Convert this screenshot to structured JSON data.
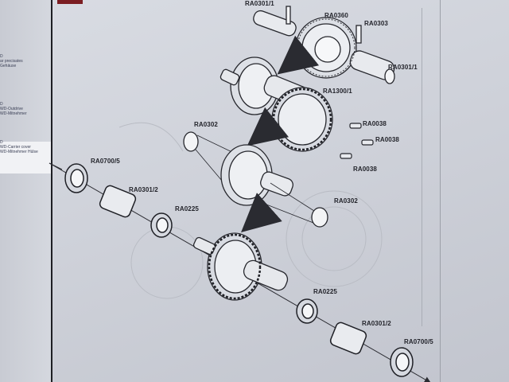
{
  "left_margin_notes": [
    "D",
    "ar precisates",
    "Gehäuse",
    "D",
    "WD-Outdrive",
    "WD-Mitnehmer",
    "D",
    "WD-Carrier cover",
    "WD-Mitnehmer Hülse"
  ],
  "part_labels": {
    "ra0301_1_top": "RA0301/1",
    "ra0360": "RA0360",
    "ra0303": "RA0303",
    "ra0301_1_right": "RA0301/1",
    "ra1300_1": "RA1300/1",
    "ra0038_a": "RA0038",
    "ra0038_b": "RA0038",
    "ra0038_c": "RA0038",
    "ra0302_top": "RA0302",
    "ra0302_bottom": "RA0302",
    "ra0700_5_left": "RA0700/5",
    "ra0301_2_left": "RA0301/2",
    "ra0225_left": "RA0225",
    "ra0225_right": "RA0225",
    "ra0301_2_right": "RA0301/2",
    "ra0700_5_right": "RA0700/5"
  }
}
